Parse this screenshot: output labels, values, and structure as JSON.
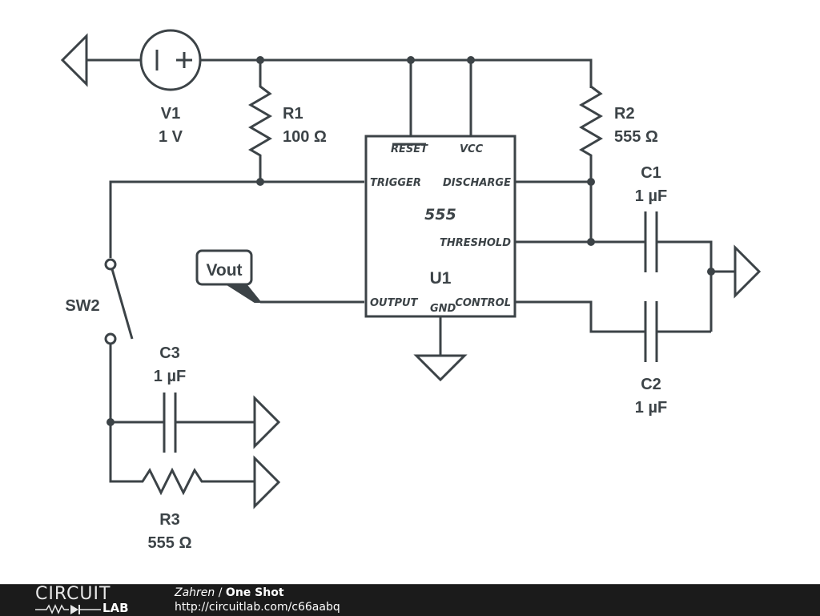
{
  "schematic": {
    "components": {
      "v1": {
        "ref": "V1",
        "value": "1 V",
        "type": "voltage-source"
      },
      "r1": {
        "ref": "R1",
        "value": "100 Ω",
        "type": "resistor"
      },
      "r2": {
        "ref": "R2",
        "value": "555 Ω",
        "type": "resistor"
      },
      "r3": {
        "ref": "R3",
        "value": "555 Ω",
        "type": "resistor"
      },
      "c1": {
        "ref": "C1",
        "value": "1 µF",
        "type": "capacitor"
      },
      "c2": {
        "ref": "C2",
        "value": "1 µF",
        "type": "capacitor"
      },
      "c3": {
        "ref": "C3",
        "value": "1 µF",
        "type": "capacitor"
      },
      "sw2": {
        "ref": "SW2",
        "type": "switch"
      },
      "u1": {
        "ref": "U1",
        "part": "555",
        "pins": {
          "reset": "RESET",
          "vcc": "VCC",
          "trigger": "TRIGGER",
          "discharge": "DISCHARGE",
          "threshold": "THRESHOLD",
          "output": "OUTPUT",
          "gnd": "GND",
          "control": "CONTROL"
        }
      }
    },
    "net_labels": {
      "vout": "Vout"
    }
  },
  "footer": {
    "logo_top": "CIRCUIT",
    "logo_bottom": "LAB",
    "author": "Zahren",
    "separator": " / ",
    "title": "One Shot",
    "url": "http://circuitlab.com/c66aabq"
  }
}
